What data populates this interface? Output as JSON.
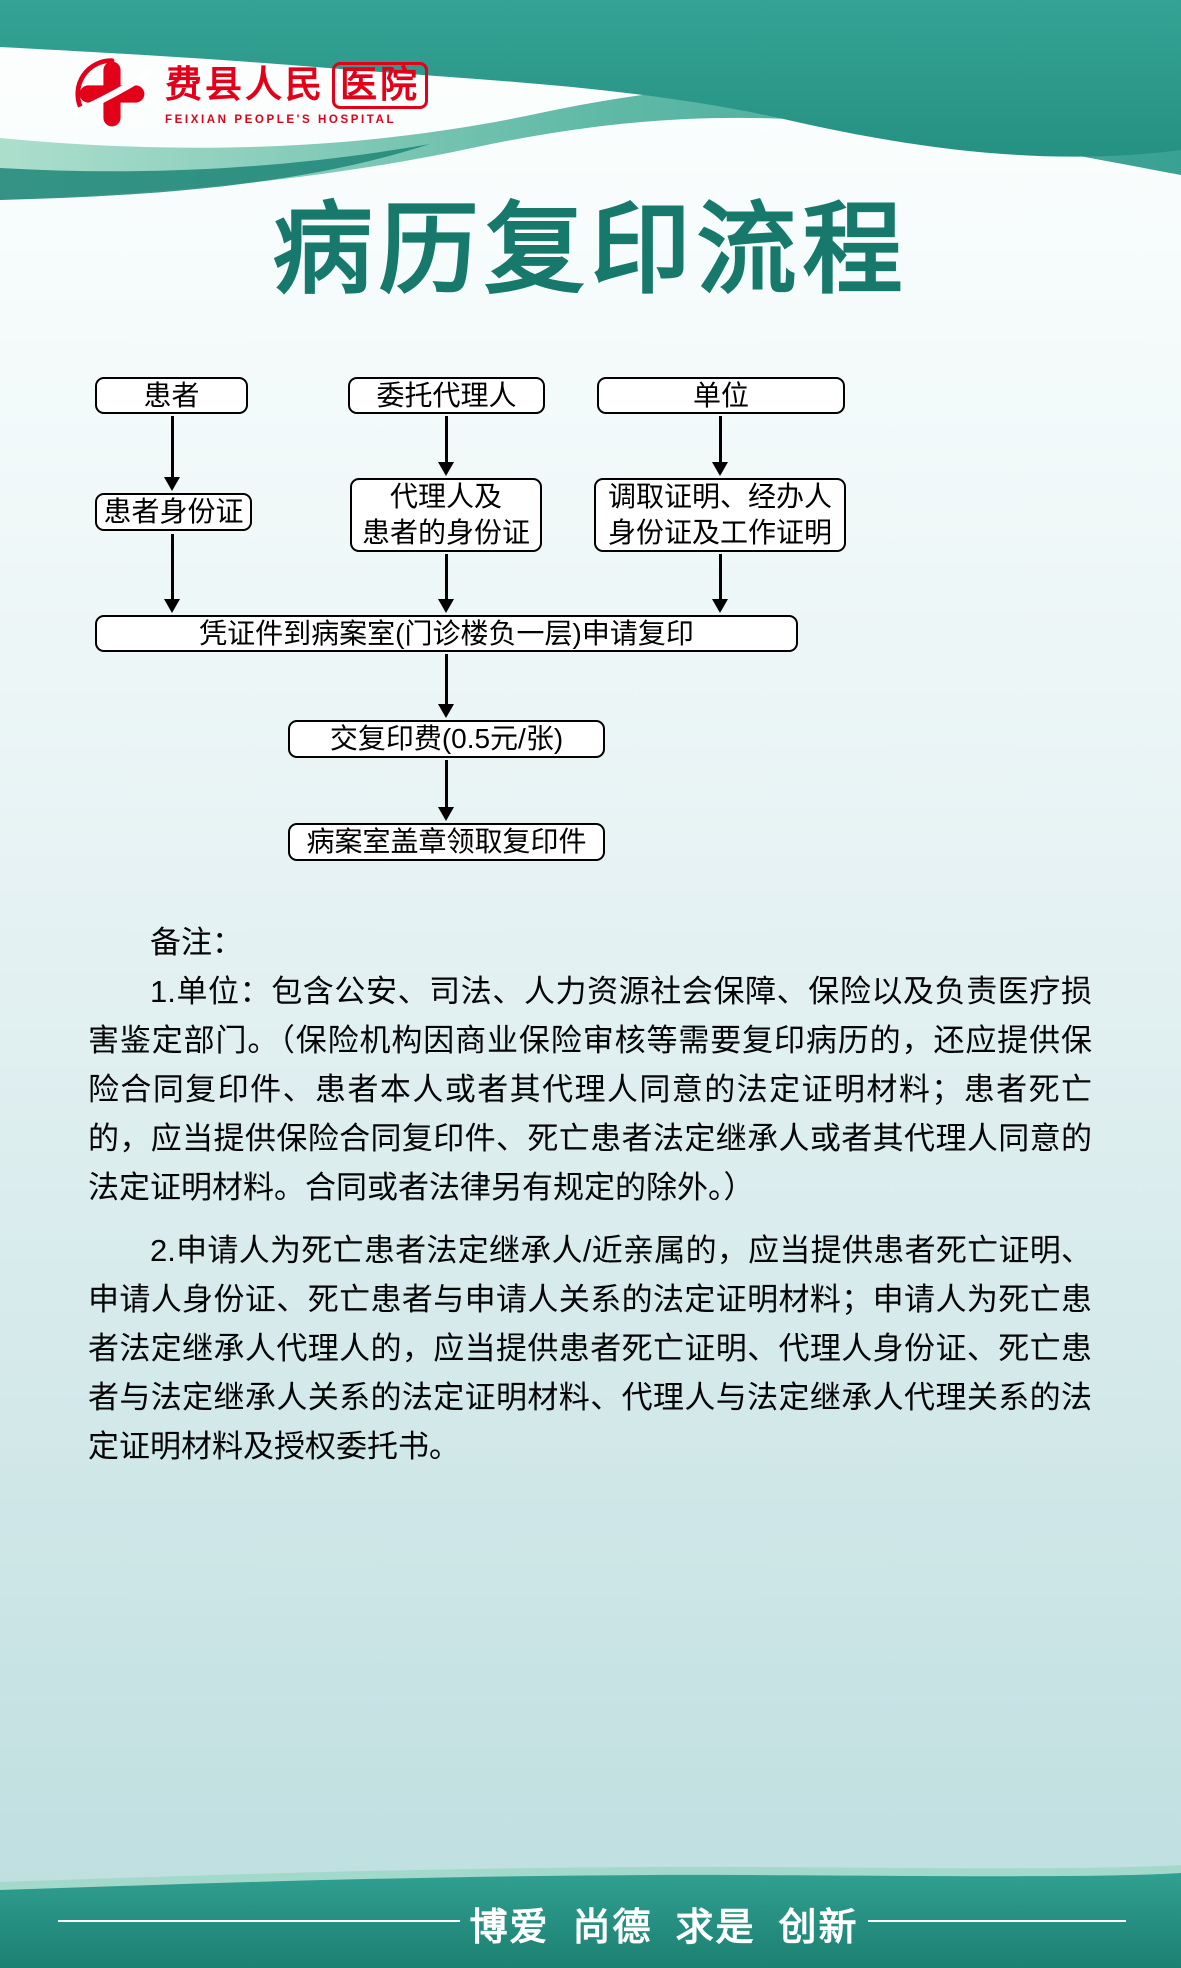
{
  "header": {
    "hospital_name_cn_main": "费县人民",
    "hospital_name_cn_boxed": "医院",
    "hospital_name_en": "FEIXIAN PEOPLE'S HOSPITAL"
  },
  "title": "病历复印流程",
  "flow": {
    "row1": [
      "患者",
      "委托代理人",
      "单位"
    ],
    "row2": [
      "患者身份证",
      "代理人及\n患者的身份证",
      "调取证明、经办人\n身份证及工作证明"
    ],
    "apply": "凭证件到病案室(门诊楼负一层)申请复印",
    "fee": "交复印费(0.5元/张)",
    "collect": "病案室盖章领取复印件"
  },
  "notes": {
    "heading": "备注：",
    "paragraphs": [
      "1.单位：包含公安、司法、人力资源社会保障、保险以及负责医疗损害鉴定部门。（保险机构因商业保险审核等需要复印病历的，还应提供保险合同复印件、患者本人或者其代理人同意的法定证明材料；患者死亡的，应当提供保险合同复印件、死亡患者法定继承人或者其代理人同意的法定证明材料。合同或者法律另有规定的除外。）",
      "2.申请人为死亡患者法定继承人/近亲属的，应当提供患者死亡证明、申请人身份证、死亡患者与申请人关系的法定证明材料；申请人为死亡患者法定继承人代理人的，应当提供患者死亡证明、代理人身份证、死亡患者与法定继承人关系的法定证明材料、代理人与法定继承人代理关系的法定证明材料及授权委托书。"
    ]
  },
  "footer": {
    "motto": "博爱  尚德  求是  创新"
  },
  "colors": {
    "teal": "#2E9C8E",
    "teal_dark": "#1E8174",
    "title_green": "#17796B",
    "logo_red": "#E30019",
    "box_border": "#000000"
  }
}
